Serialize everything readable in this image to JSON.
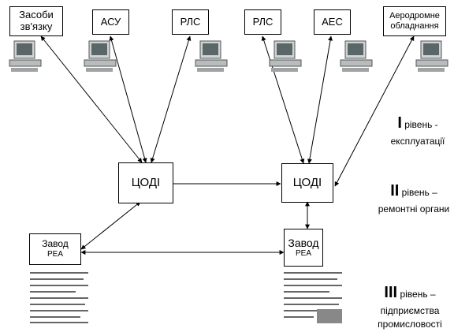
{
  "top_nodes": [
    {
      "label": "Засоби зв'язку"
    },
    {
      "label": "АСУ"
    },
    {
      "label": "РЛС"
    },
    {
      "label": "РЛС"
    },
    {
      "label": "АЕС"
    },
    {
      "label": "Аеродромне обладнання"
    }
  ],
  "centers": [
    {
      "label": "ЦОДІ"
    },
    {
      "label": "ЦОДІ"
    }
  ],
  "plants": [
    {
      "label_line1": "Завод",
      "label_line2": "РЕА"
    },
    {
      "label_line1": "Завод",
      "label_line2": "РЕА"
    }
  ],
  "levels": [
    {
      "numeral": "I",
      "line1": "рівень -",
      "line2": "експлуатації"
    },
    {
      "numeral": "II",
      "line1": "рівень –",
      "line2": "ремонтні органи"
    },
    {
      "numeral": "III",
      "line1": "рівень –",
      "line2": "підприємства промисловості"
    }
  ],
  "icons": [
    "computer-icon",
    "factory-icon"
  ]
}
